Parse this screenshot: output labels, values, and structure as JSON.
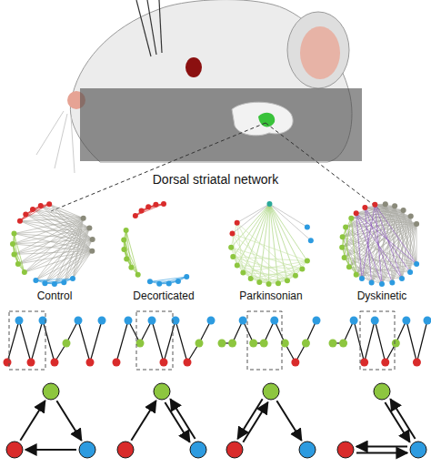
{
  "diagram": {
    "labels": [
      "Dorsal striatal network",
      "Control",
      "Decorticated",
      "Parkinsonian",
      "Dyskinetic"
    ]
  }
}
